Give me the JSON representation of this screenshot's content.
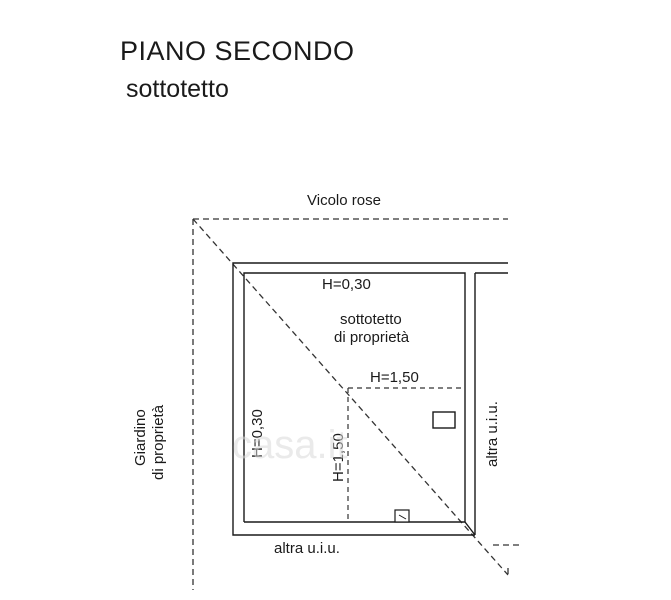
{
  "title": "PIANO SECONDO",
  "subtitle": "sottotetto",
  "labels": {
    "street": "Vicolo rose",
    "garden_line1": "Giardino",
    "garden_line2": "di proprietà",
    "h_top": "H=0,30",
    "h_left": "H=0,30",
    "room_line1": "sottotetto",
    "room_line2": "di proprietà",
    "h_inner_top": "H=1,50",
    "h_inner_left": "H=1,50",
    "right_unit": "altra u.i.u.",
    "bottom_unit": "altra u.i.u."
  },
  "watermark": "casa.it"
}
